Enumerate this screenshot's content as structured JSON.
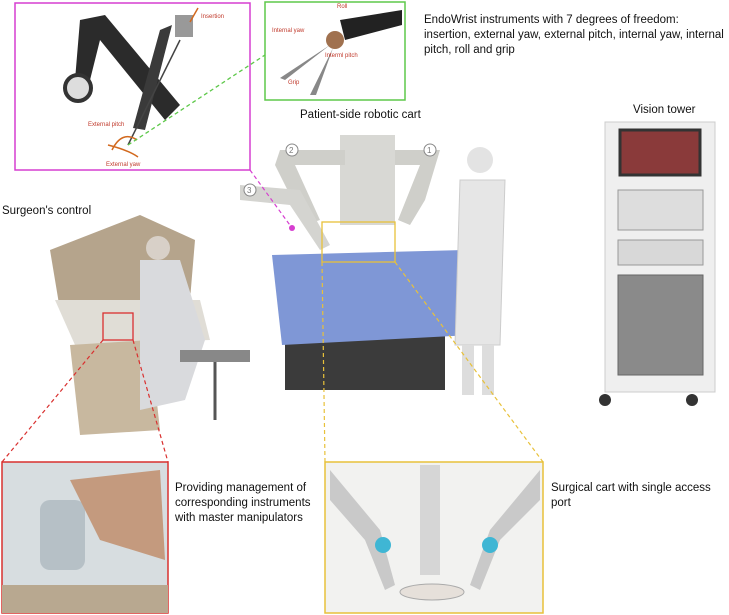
{
  "captions": {
    "endowrist": "EndoWrist instruments with 7 degrees of freedom: insertion, external yaw, external pitch, internal yaw, internal pitch, roll and grip",
    "patient_cart": "Patient-side robotic cart",
    "vision_tower": "Vision tower",
    "surgeon_control": "Surgeon's control",
    "manipulators": "Providing management of corresponding instruments with master manipulators",
    "surgical_cart": "Surgical cart with single access port"
  },
  "arm_labels": {
    "insertion": "Insertion",
    "external_pitch": "External pitch",
    "external_yaw": "External yaw"
  },
  "wrist_labels": {
    "roll": "Roll",
    "internal_yaw": "Internal yaw",
    "internal_pitch": "Interml pitch",
    "grip": "Grip"
  },
  "arm_numbers": [
    "2",
    "1",
    "3"
  ],
  "colors": {
    "magenta": "#d63fd0",
    "green": "#5ec84a",
    "yellow": "#e8c13a",
    "red": "#d9302f",
    "drape": "#7f97d6"
  }
}
